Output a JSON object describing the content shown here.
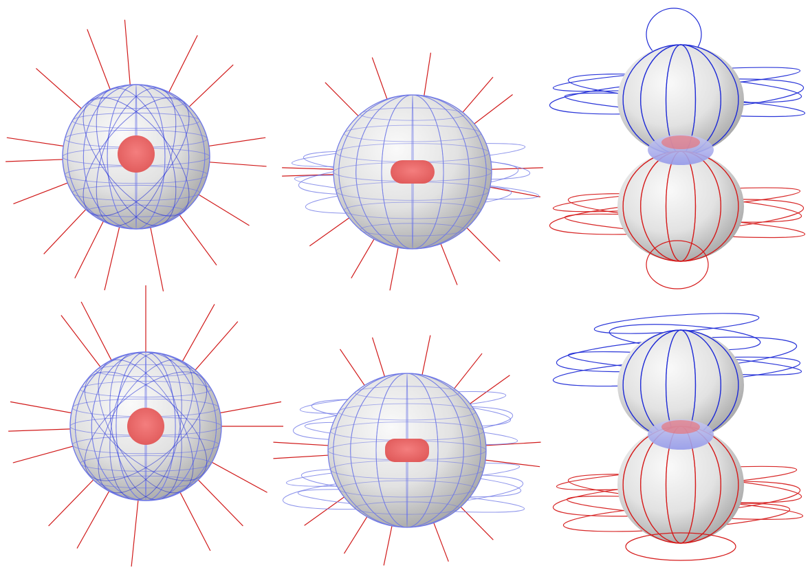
{
  "figure": {
    "rows": 2,
    "cols": 3,
    "background": "#ffffff"
  },
  "colors": {
    "radial_line": "#d01818",
    "loop_blue": "#1e2ad6",
    "loop_blue_light": "#6f78e6",
    "loop_red": "#d51a1a",
    "core_red": "#ef6a6a",
    "sphere_light": "#f4f4f4",
    "sphere_dark": "#9e9e9e",
    "cap_blue": "#a9aef0"
  },
  "panels": [
    {
      "row": 1,
      "col": 1,
      "type": "sphere-radial",
      "icon": "field-sphere-icon"
    },
    {
      "row": 1,
      "col": 2,
      "type": "sphere-loops",
      "icon": "field-sphere-icon"
    },
    {
      "row": 1,
      "col": 3,
      "type": "double-sphere",
      "icon": "twin-sphere-icon"
    },
    {
      "row": 2,
      "col": 1,
      "type": "sphere-radial",
      "icon": "field-sphere-icon"
    },
    {
      "row": 2,
      "col": 2,
      "type": "sphere-loops",
      "icon": "field-sphere-icon"
    },
    {
      "row": 2,
      "col": 3,
      "type": "double-sphere",
      "icon": "twin-sphere-icon"
    }
  ]
}
